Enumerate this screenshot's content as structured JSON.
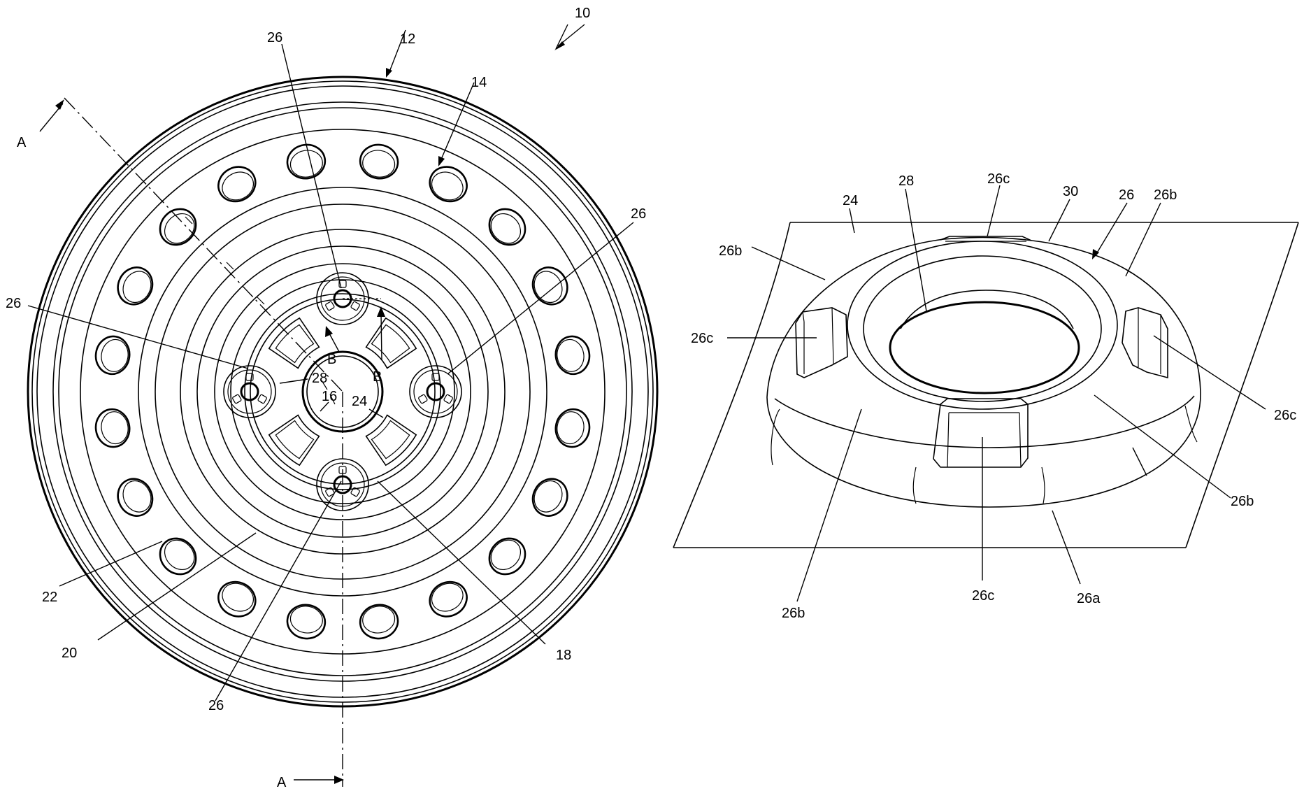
{
  "figure_left": {
    "labels": {
      "assembly": "10",
      "rim": "12",
      "disc": "14",
      "hub_hole": "16",
      "hub_portion": "18",
      "disc_ring": "20",
      "rim_edge": "22",
      "hub_face": "24",
      "seat_top": "26",
      "seat_left": "26",
      "seat_right": "26",
      "seat_bottom": "26",
      "bolt_hole": "28",
      "section_a_top": "A",
      "section_a_bottom": "A",
      "section_b_left": "B",
      "section_b_right": "B"
    }
  },
  "figure_right": {
    "labels": {
      "face": "24",
      "bolt_hole": "28",
      "recess_top": "26c",
      "bore_wall": "30",
      "seat": "26",
      "slope_top_right": "26b",
      "slope_top_left": "26b",
      "recess_left": "26c",
      "recess_right": "26c",
      "slope_right": "26b",
      "recess_bottom": "26c",
      "slope_bottom_left": "26b",
      "base": "26a"
    }
  }
}
